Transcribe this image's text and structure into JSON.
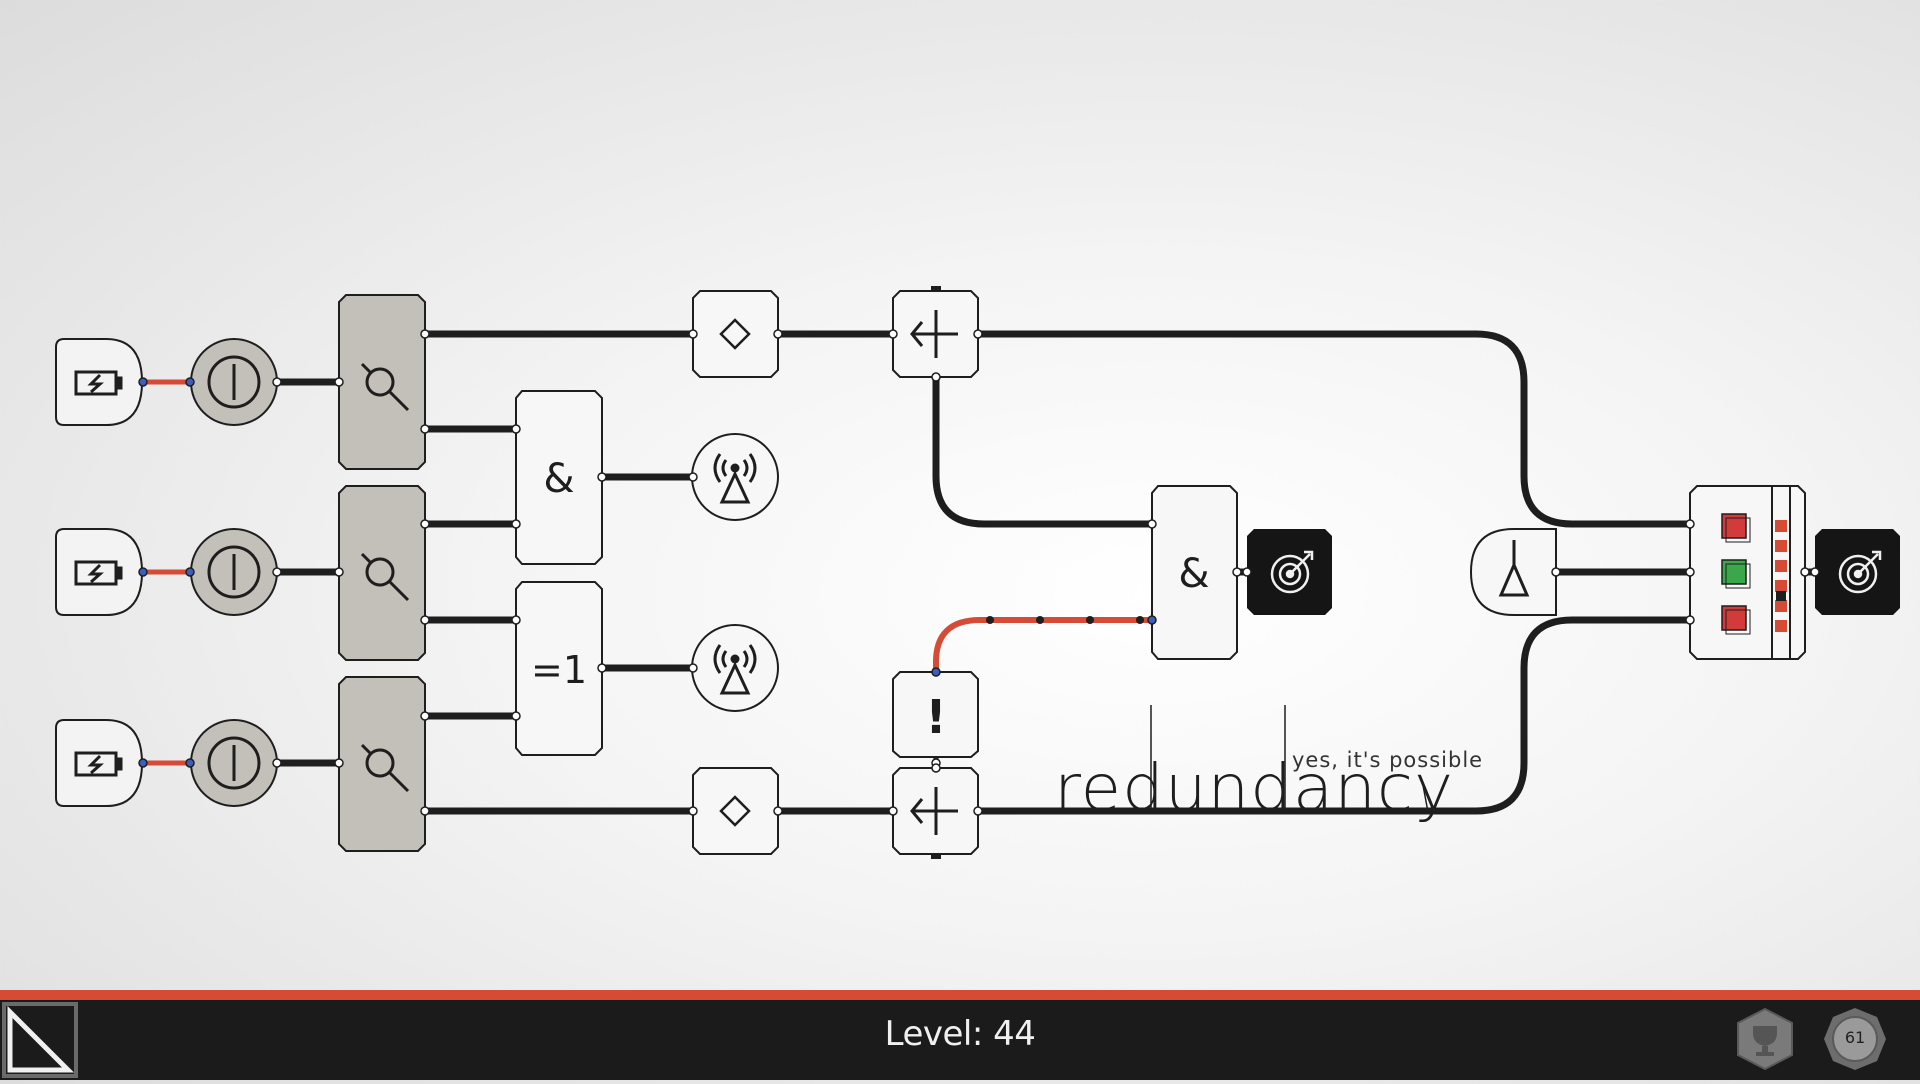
{
  "level": {
    "label": "Level: 44",
    "title": "redundancy",
    "subtitle": "yes, it's possible"
  },
  "gates": {
    "and_label": "&",
    "xor_label": "=1",
    "not_label": "!"
  },
  "footer": {
    "achievements_count": "61"
  },
  "colors": {
    "active_wire": "#d64b35",
    "wire": "#1e1e1e",
    "light_red": "#d33a3a",
    "light_green": "#3aa84a",
    "bar": "#1b1b1b"
  },
  "icons": [
    "battery-icon",
    "power-switch-icon",
    "sensor-icon",
    "diamond-icon",
    "splitter-icon",
    "antenna-icon",
    "target-icon",
    "receiver-icon",
    "trophy-icon",
    "menu-triangle-icon"
  ]
}
